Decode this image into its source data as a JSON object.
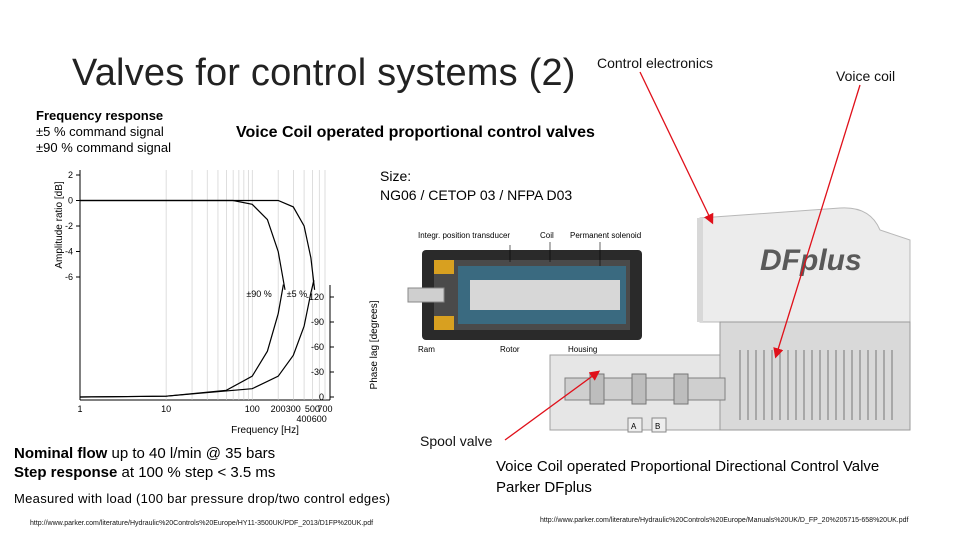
{
  "slide": {
    "title": "Valves for control systems (2)",
    "subtitle": "Voice Coil operated proportional control valves",
    "size_heading": "Size:",
    "size_value": "NG06 / CETOP 03 / NFPA D03"
  },
  "callouts": {
    "control_electronics": "Control electronics",
    "voice_coil": "Voice coil",
    "spool_valve": "Spool valve"
  },
  "legend": {
    "heading": "Frequency response",
    "line1": "±5 % command signal",
    "line2": "±90 % command signal"
  },
  "specs": {
    "flow_bold": "Nominal flow",
    "flow_rest": " up to 40 l/min @ 35 bars",
    "step_bold": "Step response",
    "step_rest": " at 100 % step < 3.5 ms",
    "measured": "Measured with load (100 bar pressure drop/two control edges)"
  },
  "description": {
    "line1": "Voice Coil operated Proportional Directional Control Valve",
    "line2": "Parker DFplus"
  },
  "diagram_labels": {
    "transducer": "Integr. position transducer",
    "coil": "Coil",
    "solenoid": "Permanent solenoid",
    "ram": "Ram",
    "rotor": "Rotor",
    "housing": "Housing",
    "brand": "DFplus",
    "port_a": "A",
    "port_b": "B"
  },
  "urls": {
    "left": "http://www.parker.com/literature/Hydraulic%20Controls%20Europe/HY11-3500UK/PDF_2013/D1FP%20UK.pdf",
    "right": "http://www.parker.com/literature/Hydraulic%20Controls%20Europe/Manuals%20UK/D_FP_20%205715-658%20UK.pdf"
  },
  "chart_data": {
    "type": "line",
    "xlabel": "Frequency [Hz]",
    "x_scale": "log",
    "x_ticks": [
      "1",
      "10",
      "100",
      "200",
      "300",
      "500",
      "700"
    ],
    "x_ticks_lower": [
      "400",
      "600"
    ],
    "y_left_label": "Amplitude ratio [dB]",
    "y_left_ticks": [
      "2",
      "0",
      "-2",
      "-4",
      "-6"
    ],
    "y_right_label": "Phase lag [degrees]",
    "y_right_ticks": [
      "-120",
      "-90",
      "-60",
      "-30",
      "0"
    ],
    "series": [
      {
        "name": "±90 %",
        "amplitude": [
          [
            1,
            0
          ],
          [
            10,
            0
          ],
          [
            60,
            0
          ],
          [
            100,
            -0.3
          ],
          [
            150,
            -1.5
          ],
          [
            200,
            -4
          ],
          [
            240,
            -7
          ]
        ],
        "phase": [
          [
            1,
            0
          ],
          [
            10,
            -1
          ],
          [
            50,
            -8
          ],
          [
            100,
            -25
          ],
          [
            150,
            -55
          ],
          [
            200,
            -100
          ],
          [
            230,
            -135
          ]
        ]
      },
      {
        "name": "±5 %",
        "amplitude": [
          [
            1,
            0
          ],
          [
            10,
            0
          ],
          [
            100,
            0
          ],
          [
            200,
            0
          ],
          [
            300,
            -0.5
          ],
          [
            400,
            -2
          ],
          [
            480,
            -4.5
          ],
          [
            530,
            -7
          ]
        ],
        "phase": [
          [
            1,
            0
          ],
          [
            10,
            -1
          ],
          [
            100,
            -10
          ],
          [
            200,
            -25
          ],
          [
            300,
            -50
          ],
          [
            400,
            -85
          ],
          [
            480,
            -125
          ],
          [
            520,
            -140
          ]
        ]
      }
    ]
  }
}
